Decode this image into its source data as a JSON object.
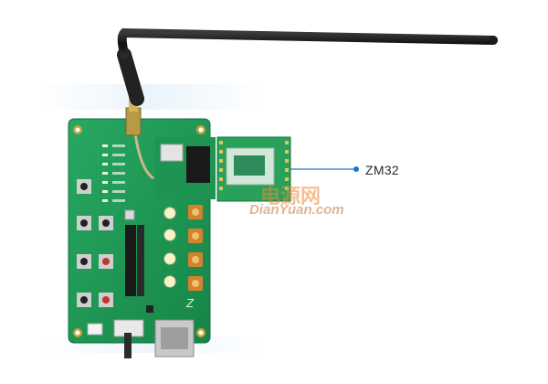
{
  "callout": {
    "label": "ZM32",
    "line_color": "#1a78c8"
  },
  "watermark": {
    "cn": "电源网",
    "en": "DianYuan.com"
  },
  "colors": {
    "pcb": "#1e9d57",
    "pcb_dark": "#157a42",
    "module": "#2aa15a",
    "antenna": "#1b1b1b",
    "gold": "#c9a23a"
  }
}
